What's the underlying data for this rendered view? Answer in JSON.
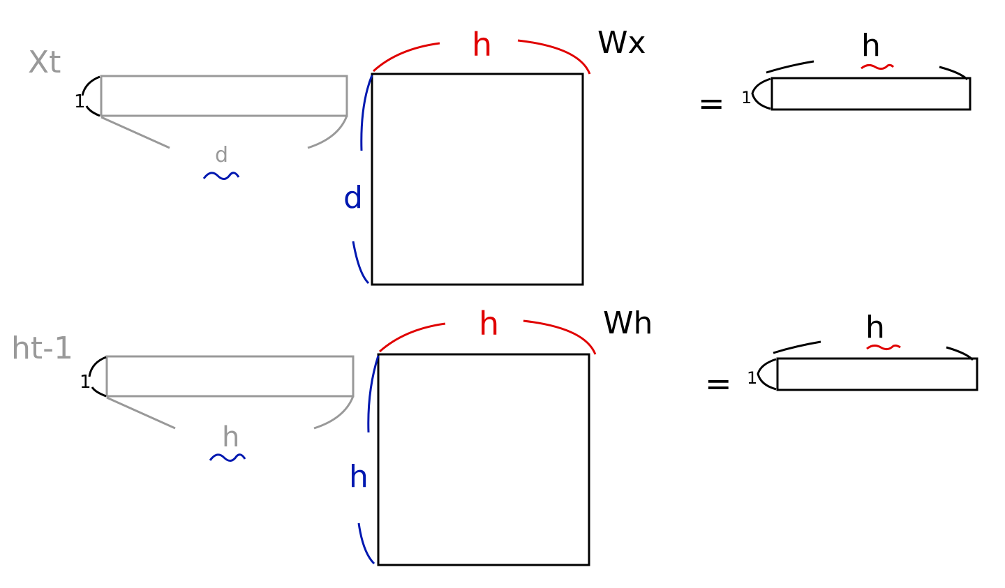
{
  "colors": {
    "vector": "#999999",
    "matrix": "#000000",
    "hidden_dim": "#e00000",
    "input_dim": "#0018b0"
  },
  "rows": [
    {
      "vector_label": "Xt",
      "vector_dim_label": "d",
      "matrix_label": "Wx",
      "matrix_top_label": "h",
      "matrix_side_label": "d",
      "equals": "=",
      "vector_dim_marker": "1",
      "result_dim_marker": "1",
      "result_label": "h"
    },
    {
      "vector_label": "ht-1",
      "vector_dim_label": "h",
      "matrix_label": "Wh",
      "matrix_top_label": "h",
      "matrix_side_label": "h",
      "equals": "=",
      "vector_dim_marker": "1",
      "result_dim_marker": "1",
      "result_label": "h"
    }
  ]
}
